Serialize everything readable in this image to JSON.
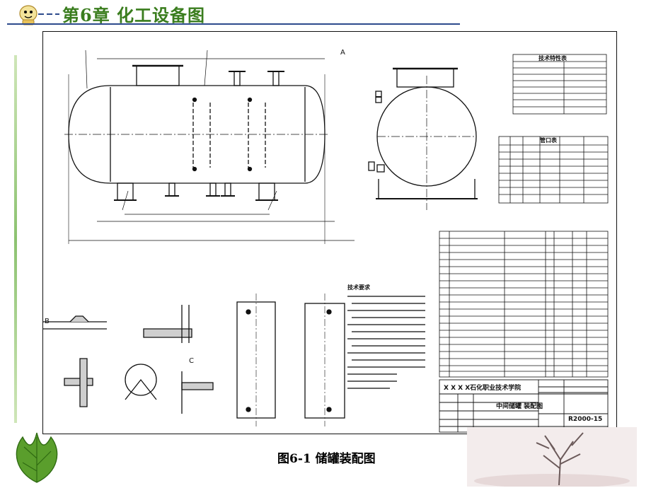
{
  "header": {
    "chapter_title": "第6章  化工设备图"
  },
  "figure": {
    "caption": "图6-1  储罐装配图"
  },
  "drawing": {
    "tech_params_title": "技术特性表",
    "nozzle_table_title": "管口表",
    "tech_requirements_title": "技术要求",
    "title_block": {
      "institution": "X X X X石化职业技术学院",
      "drawing_name": "中间储罐\n装配图",
      "drawing_number": "R2000-15"
    },
    "view_labels": [
      "A",
      "B",
      "C"
    ]
  }
}
